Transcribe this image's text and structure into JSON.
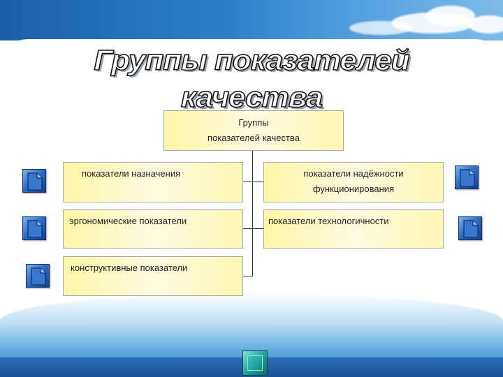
{
  "slide": {
    "title": "Группы показателей качества"
  },
  "diagram": {
    "root": {
      "line1": "Группы",
      "line2": "показателей качества"
    },
    "left": [
      {
        "label": "показатели назначения"
      },
      {
        "label": "эргономические показатели"
      },
      {
        "label": "конструктивные показатели"
      }
    ],
    "right": [
      {
        "line1": "показатели надёжности",
        "line2": "функционирования"
      },
      {
        "label": "показатели технологичности"
      }
    ]
  },
  "colors": {
    "box_fill": "#fff6a8",
    "box_border": "#a9a9a9",
    "icon_blue": "#2f6fc6",
    "nav_teal": "#1fa59b",
    "sky_blue": "#2f7fc9"
  },
  "icons": [
    "document-icon",
    "document-icon",
    "document-icon",
    "document-icon",
    "document-icon",
    "teal-square-button"
  ]
}
